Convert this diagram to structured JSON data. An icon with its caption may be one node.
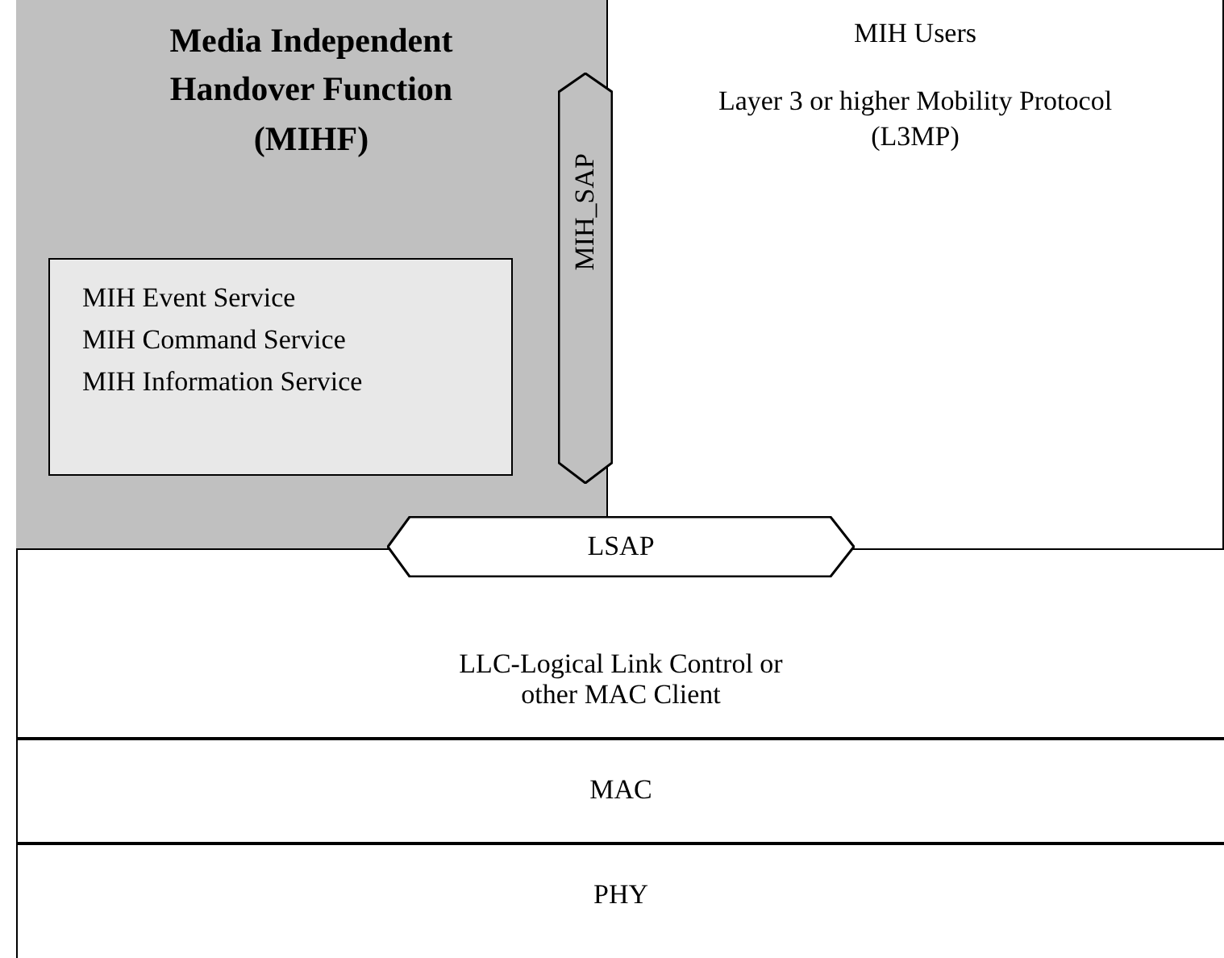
{
  "diagram": {
    "nodes": [
      {
        "text": [
          "Media Independent Handover Function (MIHF)"
        ]
      },
      {
        "text": [
          "MIH Event Service",
          "MIH Command Service",
          "MIH Information Service"
        ],
        "in": 0
      },
      {
        "text": [
          "MIH_SAP"
        ]
      },
      {
        "text": [
          "MIH Users",
          "Layer 3 or higher Mobility Protocol (L3MP)"
        ]
      },
      {
        "text": [
          "LSAP"
        ]
      },
      {
        "text": [
          "LLC-Logical Link Control or other MAC Client"
        ]
      },
      {
        "text": [
          "MAC"
        ]
      },
      {
        "text": [
          "PHY"
        ]
      }
    ]
  }
}
